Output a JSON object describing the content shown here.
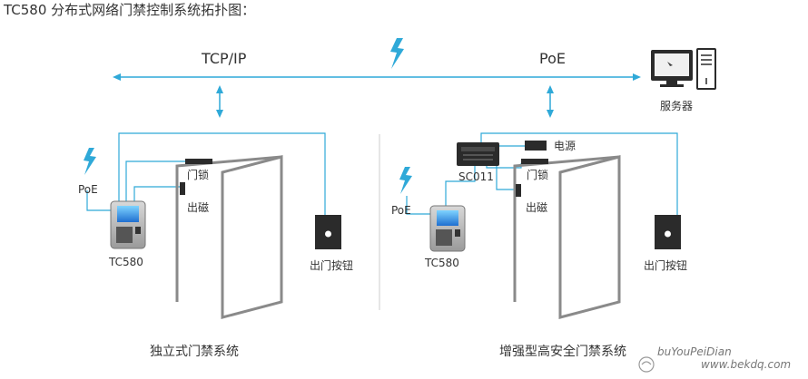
{
  "title": "TC580 分布式网络门禁控制系统拓扑图：",
  "network": {
    "left_label": "TCP/IP",
    "right_label": "PoE"
  },
  "server_label": "服务器",
  "left_system": {
    "caption": "独立式门禁系统",
    "poe_label": "PoE",
    "device_label": "TC580",
    "lock_label": "门锁",
    "magnet_label": "出磁",
    "exit_button_label": "出门按钮"
  },
  "right_system": {
    "caption": "增强型高安全门禁系统",
    "poe_label": "PoE",
    "device_label": "TC580",
    "controller_label": "SC011",
    "power_label": "电源",
    "lock_label": "门锁",
    "magnet_label": "出磁",
    "exit_button_label": "出门按钮"
  },
  "watermark": {
    "brand": "buYouPeiDian",
    "site": "www.bekdq.com"
  },
  "colors": {
    "accent": "#2fa9d8",
    "text": "#333333",
    "door": "#8a8a8a",
    "device": "#2b2b2b"
  }
}
